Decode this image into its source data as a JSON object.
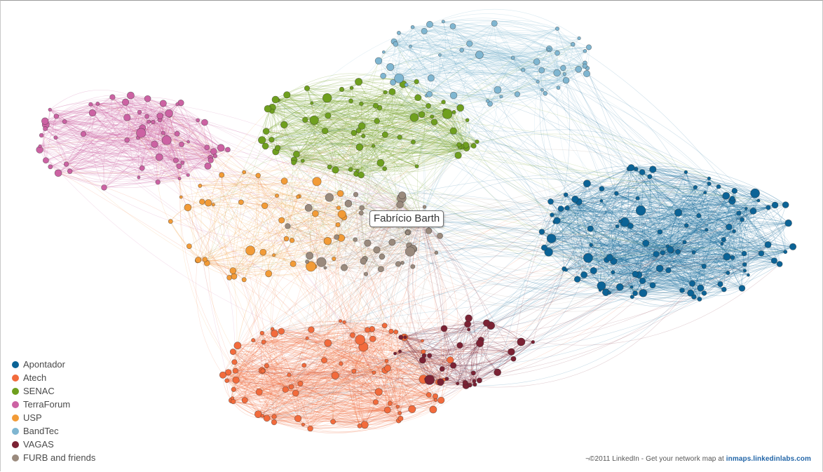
{
  "focus_node": {
    "label": "Fabrício Barth"
  },
  "groups": [
    {
      "id": "apontador",
      "label": "Apontador",
      "color": "#0b6396"
    },
    {
      "id": "atech",
      "label": "Atech",
      "color": "#f26b3c"
    },
    {
      "id": "senac",
      "label": "SENAC",
      "color": "#6f9f1e"
    },
    {
      "id": "terraforum",
      "label": "TerraForum",
      "color": "#cc62a3"
    },
    {
      "id": "usp",
      "label": "USP",
      "color": "#f29b37"
    },
    {
      "id": "bandtec",
      "label": "BandTec",
      "color": "#7fb6d1"
    },
    {
      "id": "vagas",
      "label": "VAGAS",
      "color": "#7b2234"
    },
    {
      "id": "furb",
      "label": "FURB and friends",
      "color": "#9a8a7d"
    }
  ],
  "footer": {
    "text": "¬©2011 LinkedIn - Get your network map at",
    "link_text": "inmaps.linkedinlabs.com"
  }
}
